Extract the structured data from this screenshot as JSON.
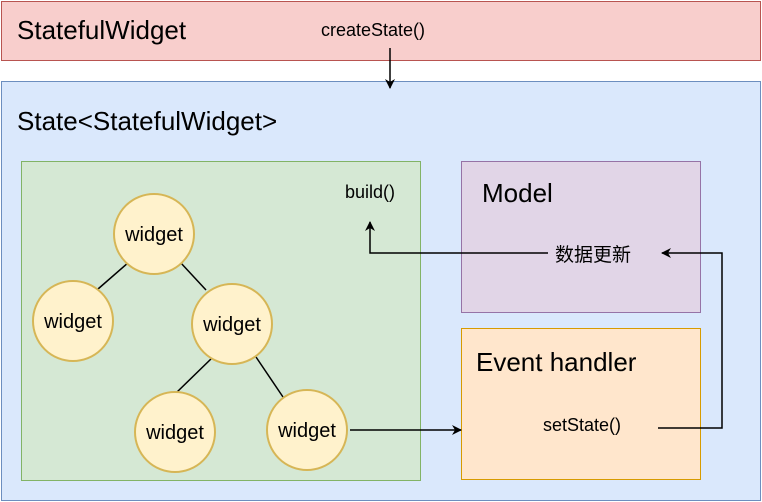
{
  "stateful_widget": {
    "title": "StatefulWidget",
    "create_state": "createState()"
  },
  "state": {
    "title": "State<StatefulWidget>",
    "tree_panel": {
      "build_label": "build()",
      "nodes": [
        "widget",
        "widget",
        "widget",
        "widget",
        "widget"
      ]
    },
    "model": {
      "title": "Model",
      "update_label": "数据更新"
    },
    "event_handler": {
      "title": "Event handler",
      "set_state": "setState()"
    }
  },
  "colors": {
    "stateful_fill": "#f8cecc",
    "stateful_stroke": "#b85450",
    "state_fill": "#dae8fc",
    "state_stroke": "#6c8ebf",
    "tree_fill": "#d5e8d4",
    "tree_stroke": "#82b366",
    "model_fill": "#e1d5e7",
    "model_stroke": "#9673a6",
    "handler_fill": "#ffe6cc",
    "handler_stroke": "#d79b00",
    "node_fill": "#fff2cc",
    "node_stroke": "#d6b656"
  }
}
